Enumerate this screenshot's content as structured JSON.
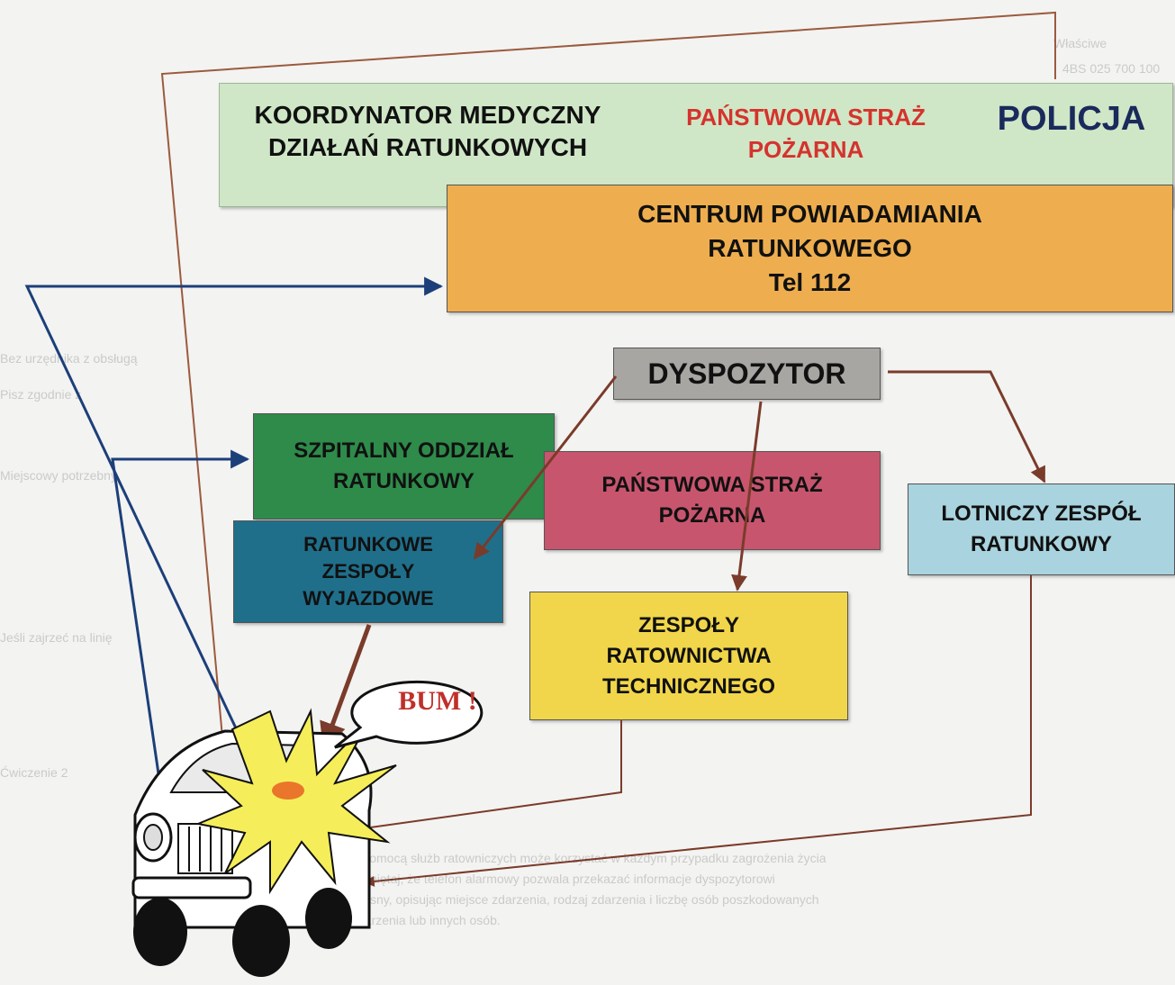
{
  "diagram": {
    "nodes": {
      "koordynator": "KOORDYNATOR MEDYCZNY\nDZIAŁAŃ RATUNKOWYCH",
      "psp_top": "PAŃSTWOWA STRAŻ\nPOŻARNA",
      "policja": "POLICJA",
      "cpr": "CENTRUM POWIADAMIANIA\nRATUNKOWEGO\nTel 112",
      "dyspozytor": "DYSPOZYTOR",
      "sor": "SZPITALNY ODDZIAŁ\nRATUNKOWY",
      "psp_mid": "PAŃSTWOWA STRAŻ\nPOŻARNA",
      "lzr": "LOTNICZY ZESPÓŁ\nRATUNKOWY",
      "rzw": "RATUNKOWE\nZESPOŁY\nWYJAZDOWE",
      "zrt": "ZESPOŁY\nRATOWNICTWA\nTECHNICZNEGO",
      "bum": "BUM !"
    },
    "colors": {
      "top_band": "#cfe7c6",
      "cpr": "#eeae4f",
      "dyspozytor": "#a8a6a3",
      "sor": "#2e8b4a",
      "psp_mid": "#c8556e",
      "lzr": "#a9d3de",
      "rzw": "#1f6f8b",
      "zrt": "#f1d64b",
      "psp_text": "#d5332e",
      "policja_text": "#1a2a5c",
      "arrow_blue": "#1c3f7a",
      "arrow_brown": "#7a3b2a",
      "explosion": "#f5ee5a"
    }
  }
}
